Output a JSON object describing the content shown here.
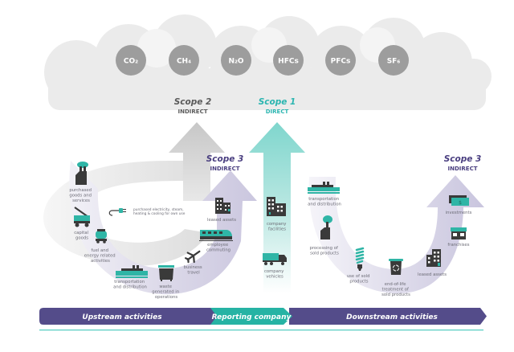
{
  "gases": [
    "CO₂",
    "CH₄",
    "N₂O",
    "HFCs",
    "PFCs",
    "SF₆"
  ],
  "scopes": {
    "scope2": {
      "title": "Scope 2",
      "subtitle": "INDIRECT"
    },
    "scope1": {
      "title": "Scope 1",
      "subtitle": "DIRECT"
    },
    "scope3_upstream": {
      "title": "Scope 3",
      "subtitle": "INDIRECT"
    },
    "scope3_downstream": {
      "title": "Scope 3",
      "subtitle": "INDIRECT"
    }
  },
  "upstream_items": {
    "purchased_goods": [
      "purchased",
      "goods and",
      "services"
    ],
    "capital_goods": [
      "capital",
      "goods"
    ],
    "fuel_energy": [
      "fuel and",
      "energy related",
      "activities"
    ],
    "transportation": [
      "transportation",
      "and distribution"
    ],
    "waste": [
      "waste",
      "generated in",
      "operations"
    ],
    "business_travel": [
      "business",
      "travel"
    ],
    "employee_commuting": [
      "employee",
      "commuting"
    ],
    "leased_assets": [
      "leased assets"
    ]
  },
  "scope2_item": [
    "purchased electricity, steam,",
    "heating & cooling for own use"
  ],
  "scope1_items": {
    "company_facilities": [
      "company",
      "facilities"
    ],
    "company_vehicles": [
      "company",
      "vehicles"
    ]
  },
  "downstream_items": {
    "transportation": [
      "transportation",
      "and distribution"
    ],
    "processing": [
      "processing of",
      "sold products"
    ],
    "use_of_sold": [
      "use of sold",
      "products"
    ],
    "end_of_life": [
      "end-of-life",
      "treatment of",
      "sold products"
    ],
    "leased_assets": [
      "leased assets"
    ],
    "franchises": [
      "franchises"
    ],
    "investments": [
      "investments"
    ]
  },
  "bottom_bar": {
    "upstream": "Upstream activities",
    "reporting": "Reporting company",
    "downstream": "Downstream activities"
  },
  "colors": {
    "purple": "#544c8a",
    "teal": "#29b3a5",
    "gray_circle": "#9d9d9d",
    "scope1_text": "#2bb5b0",
    "scope2_text": "#5a5a5a",
    "scope3_text": "#4a3f80"
  }
}
